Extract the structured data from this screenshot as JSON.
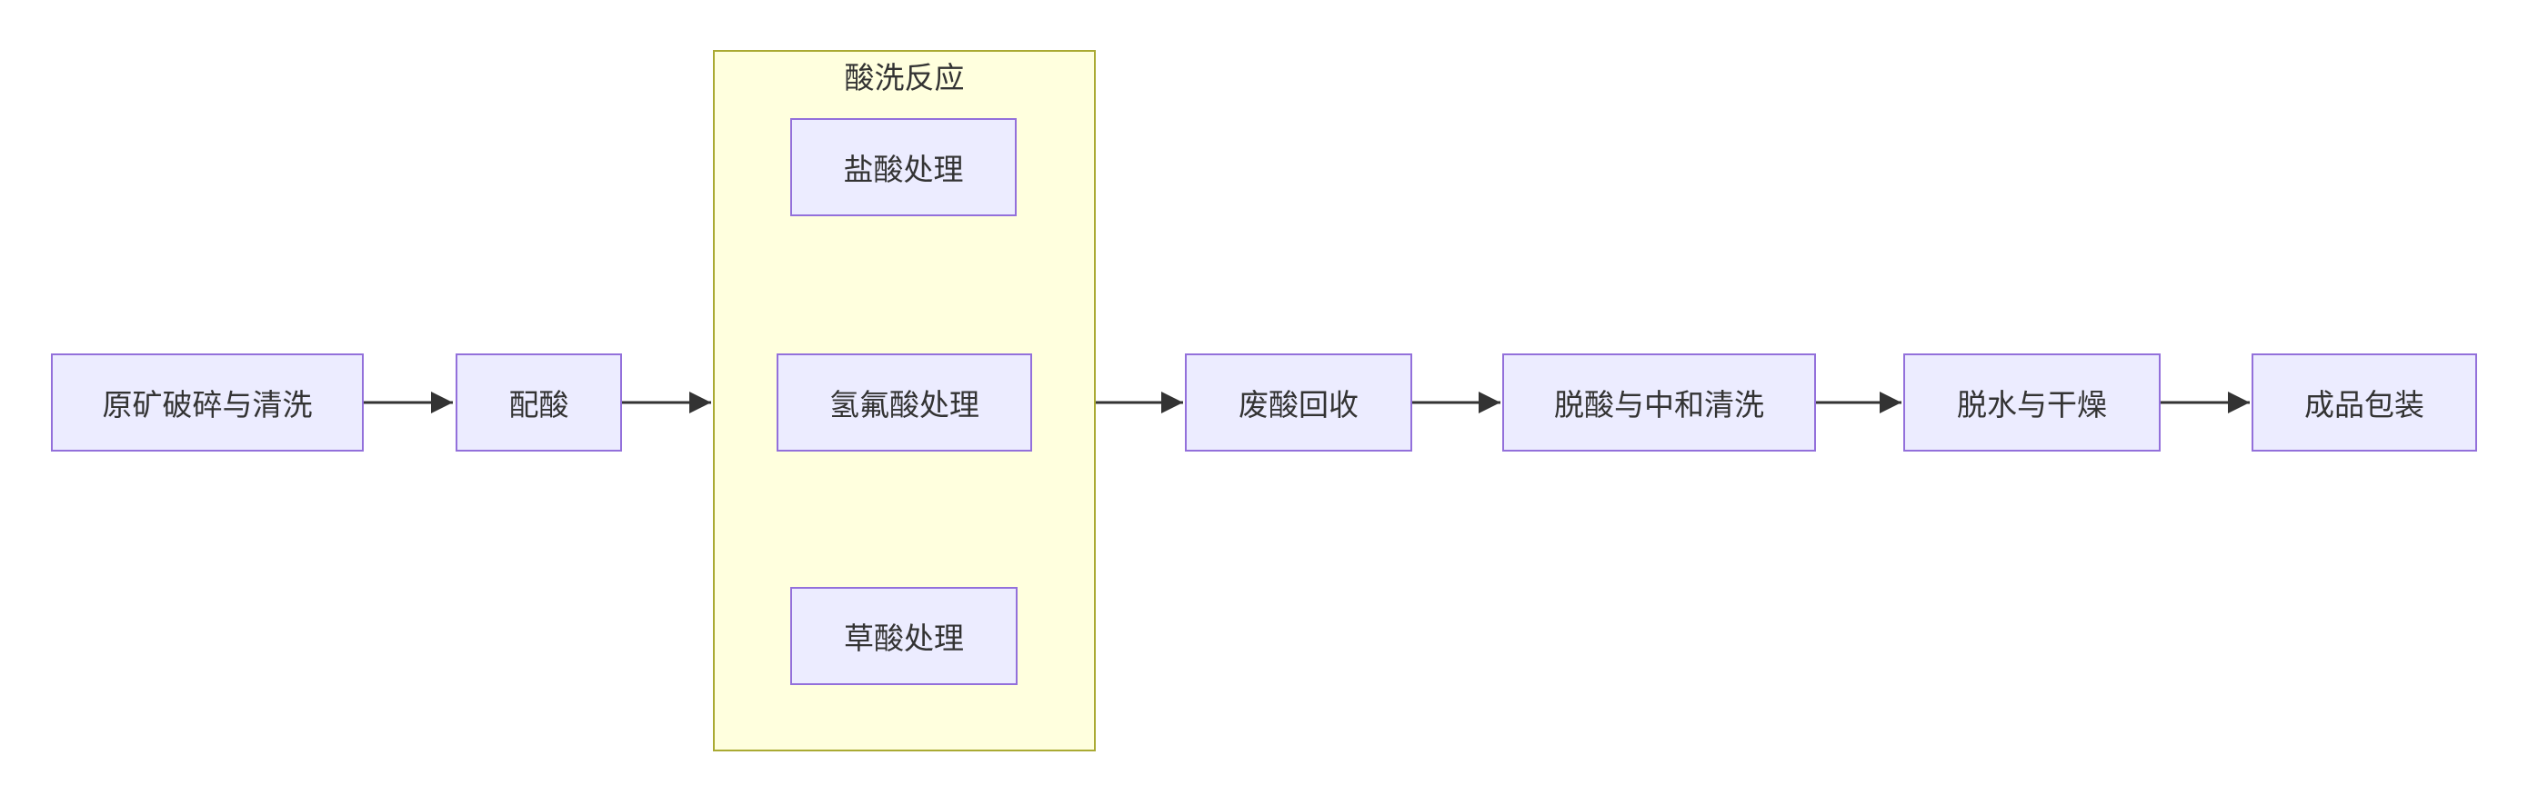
{
  "diagram": {
    "type": "flowchart",
    "direction": "left-to-right",
    "cluster": {
      "title": "酸洗反应",
      "member_nodes": [
        "盐酸处理",
        "氢氟酸处理",
        "草酸处理"
      ]
    },
    "nodes": {
      "raw_ore": "原矿破碎与清洗",
      "acid_prep": "配酸",
      "hcl_treatment": "盐酸处理",
      "hf_treatment": "氢氟酸处理",
      "oxalic_treatment": "草酸处理",
      "waste_acid_recovery": "废酸回收",
      "deacid_neutralize_wash": "脱酸与中和清洗",
      "dewater_dry": "脱水与干燥",
      "packaging": "成品包装"
    },
    "edges": [
      {
        "from": "原矿破碎与清洗",
        "to": "配酸"
      },
      {
        "from": "配酸",
        "to": "酸洗反应"
      },
      {
        "from": "盐酸处理",
        "to": "氢氟酸处理"
      },
      {
        "from": "氢氟酸处理",
        "to": "草酸处理"
      },
      {
        "from": "酸洗反应",
        "to": "废酸回收"
      },
      {
        "from": "废酸回收",
        "to": "脱酸与中和清洗"
      },
      {
        "from": "脱酸与中和清洗",
        "to": "脱水与干燥"
      },
      {
        "from": "脱水与干燥",
        "to": "成品包装"
      }
    ]
  },
  "colors": {
    "node_fill": "#ECECFF",
    "node_border": "#9370DB",
    "cluster_fill": "#FFFFDE",
    "cluster_border": "#AAAA33",
    "edge_color": "#333333",
    "text_color": "#333333"
  }
}
